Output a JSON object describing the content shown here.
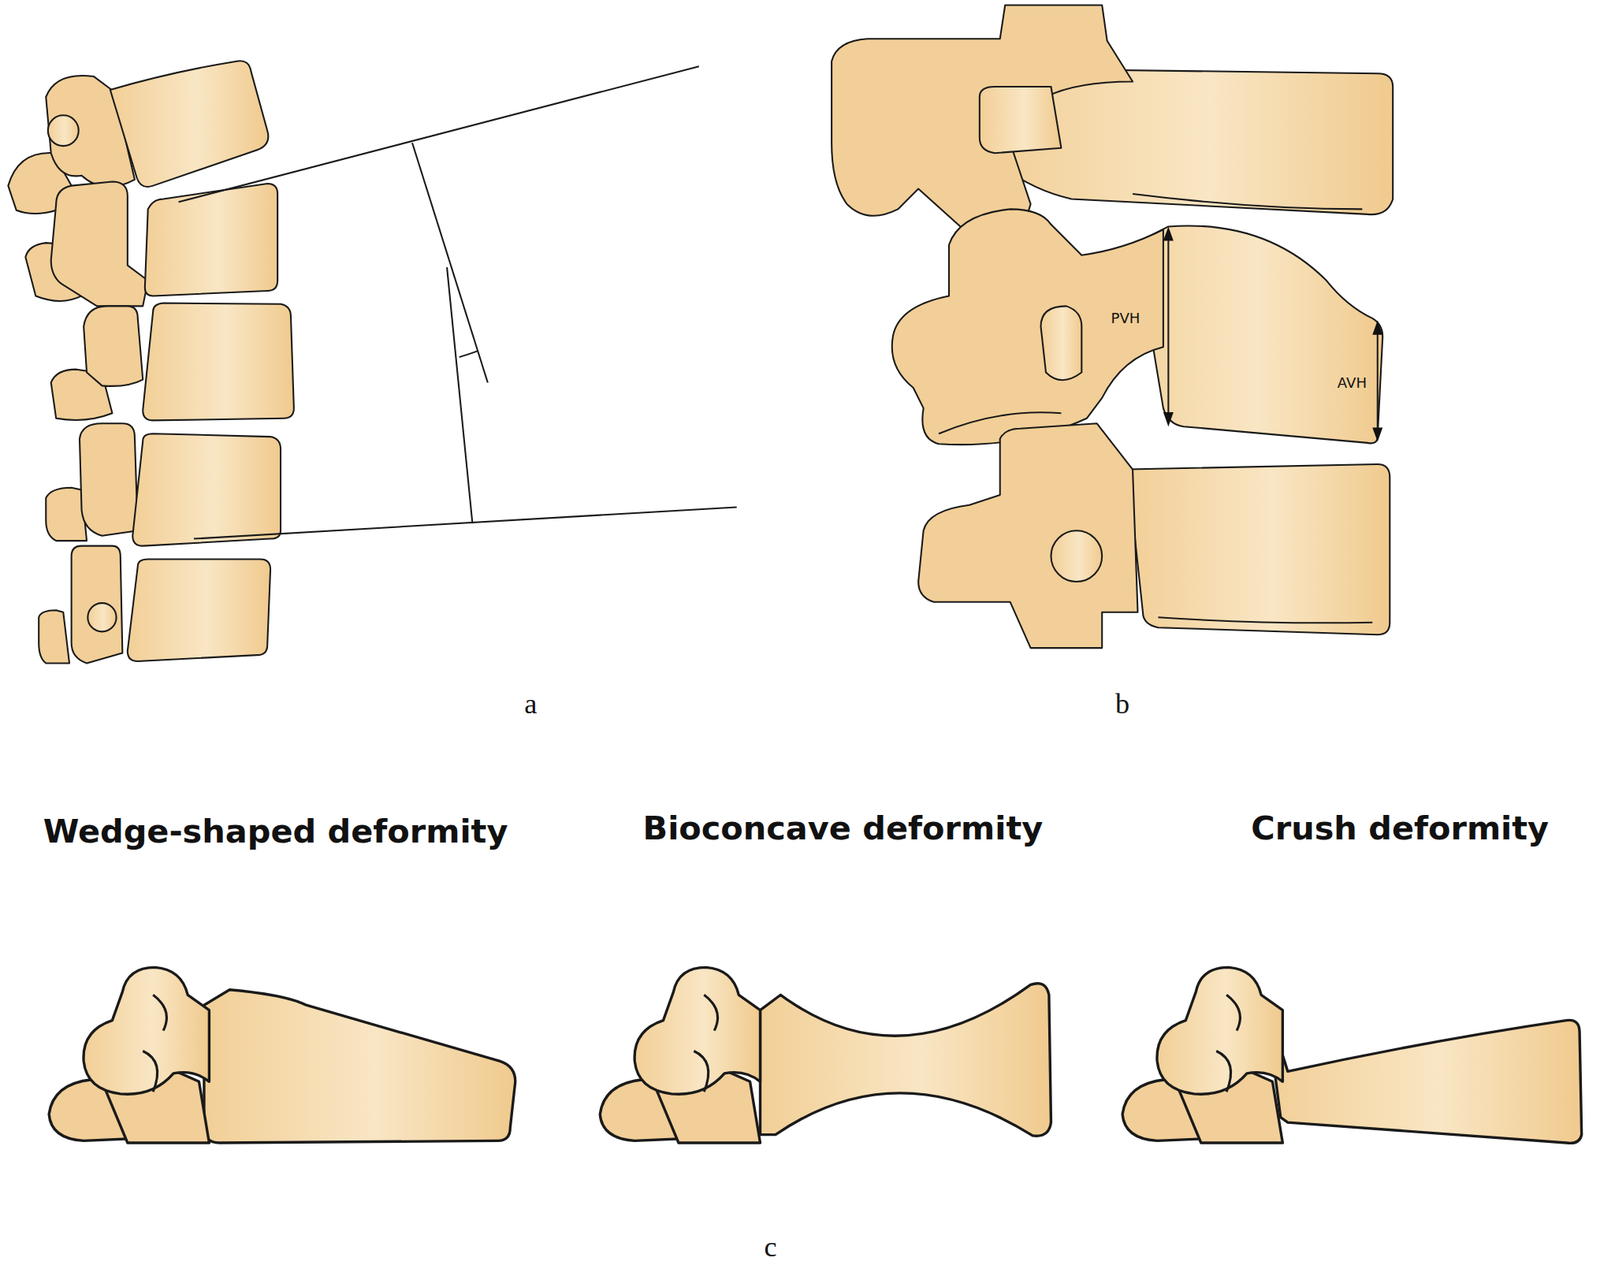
{
  "diagram": {
    "labels": [
      "a",
      "b",
      "PVH",
      "AVH",
      "Wedge-shaped deformity",
      "Bioconcave deformity",
      "Crush deformity",
      "c"
    ]
  }
}
